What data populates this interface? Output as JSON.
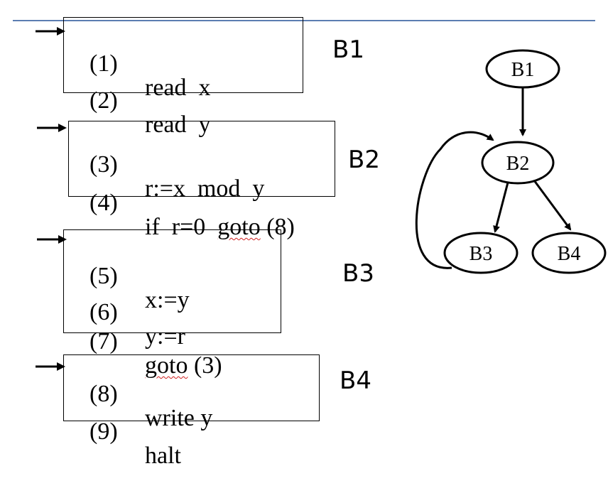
{
  "blocks": [
    {
      "label": "B1",
      "lines": [
        {
          "num": "(1)",
          "pre": "read  x",
          "squiggle": "",
          "post": ""
        },
        {
          "num": "(2)",
          "pre": "read  y",
          "squiggle": "",
          "post": ""
        }
      ]
    },
    {
      "label": "B2",
      "lines": [
        {
          "num": "(3)",
          "pre": "r:=x  mod  y",
          "squiggle": "",
          "post": ""
        },
        {
          "num": "(4)",
          "pre": "if  r=0  ",
          "squiggle": "goto",
          "post": " (8)"
        }
      ]
    },
    {
      "label": "B3",
      "lines": [
        {
          "num": "(5)",
          "pre": "x:=y",
          "squiggle": "",
          "post": ""
        },
        {
          "num": "(6)",
          "pre": "y:=r",
          "squiggle": "",
          "post": ""
        },
        {
          "num": "(7)",
          "pre": "",
          "squiggle": "goto",
          "post": " (3)"
        }
      ]
    },
    {
      "label": "B4",
      "lines": [
        {
          "num": "(8)",
          "pre": "write y",
          "squiggle": "",
          "post": ""
        },
        {
          "num": "(9)",
          "pre": "halt",
          "squiggle": "",
          "post": ""
        }
      ]
    }
  ],
  "graph": {
    "nodes": [
      "B1",
      "B2",
      "B3",
      "B4"
    ],
    "edges": [
      {
        "from": "B1",
        "to": "B2"
      },
      {
        "from": "B2",
        "to": "B3"
      },
      {
        "from": "B2",
        "to": "B4"
      },
      {
        "from": "B3",
        "to": "B2"
      }
    ]
  },
  "colors": {
    "top_rule": "#5b7db1",
    "squiggle": "#d02020"
  }
}
